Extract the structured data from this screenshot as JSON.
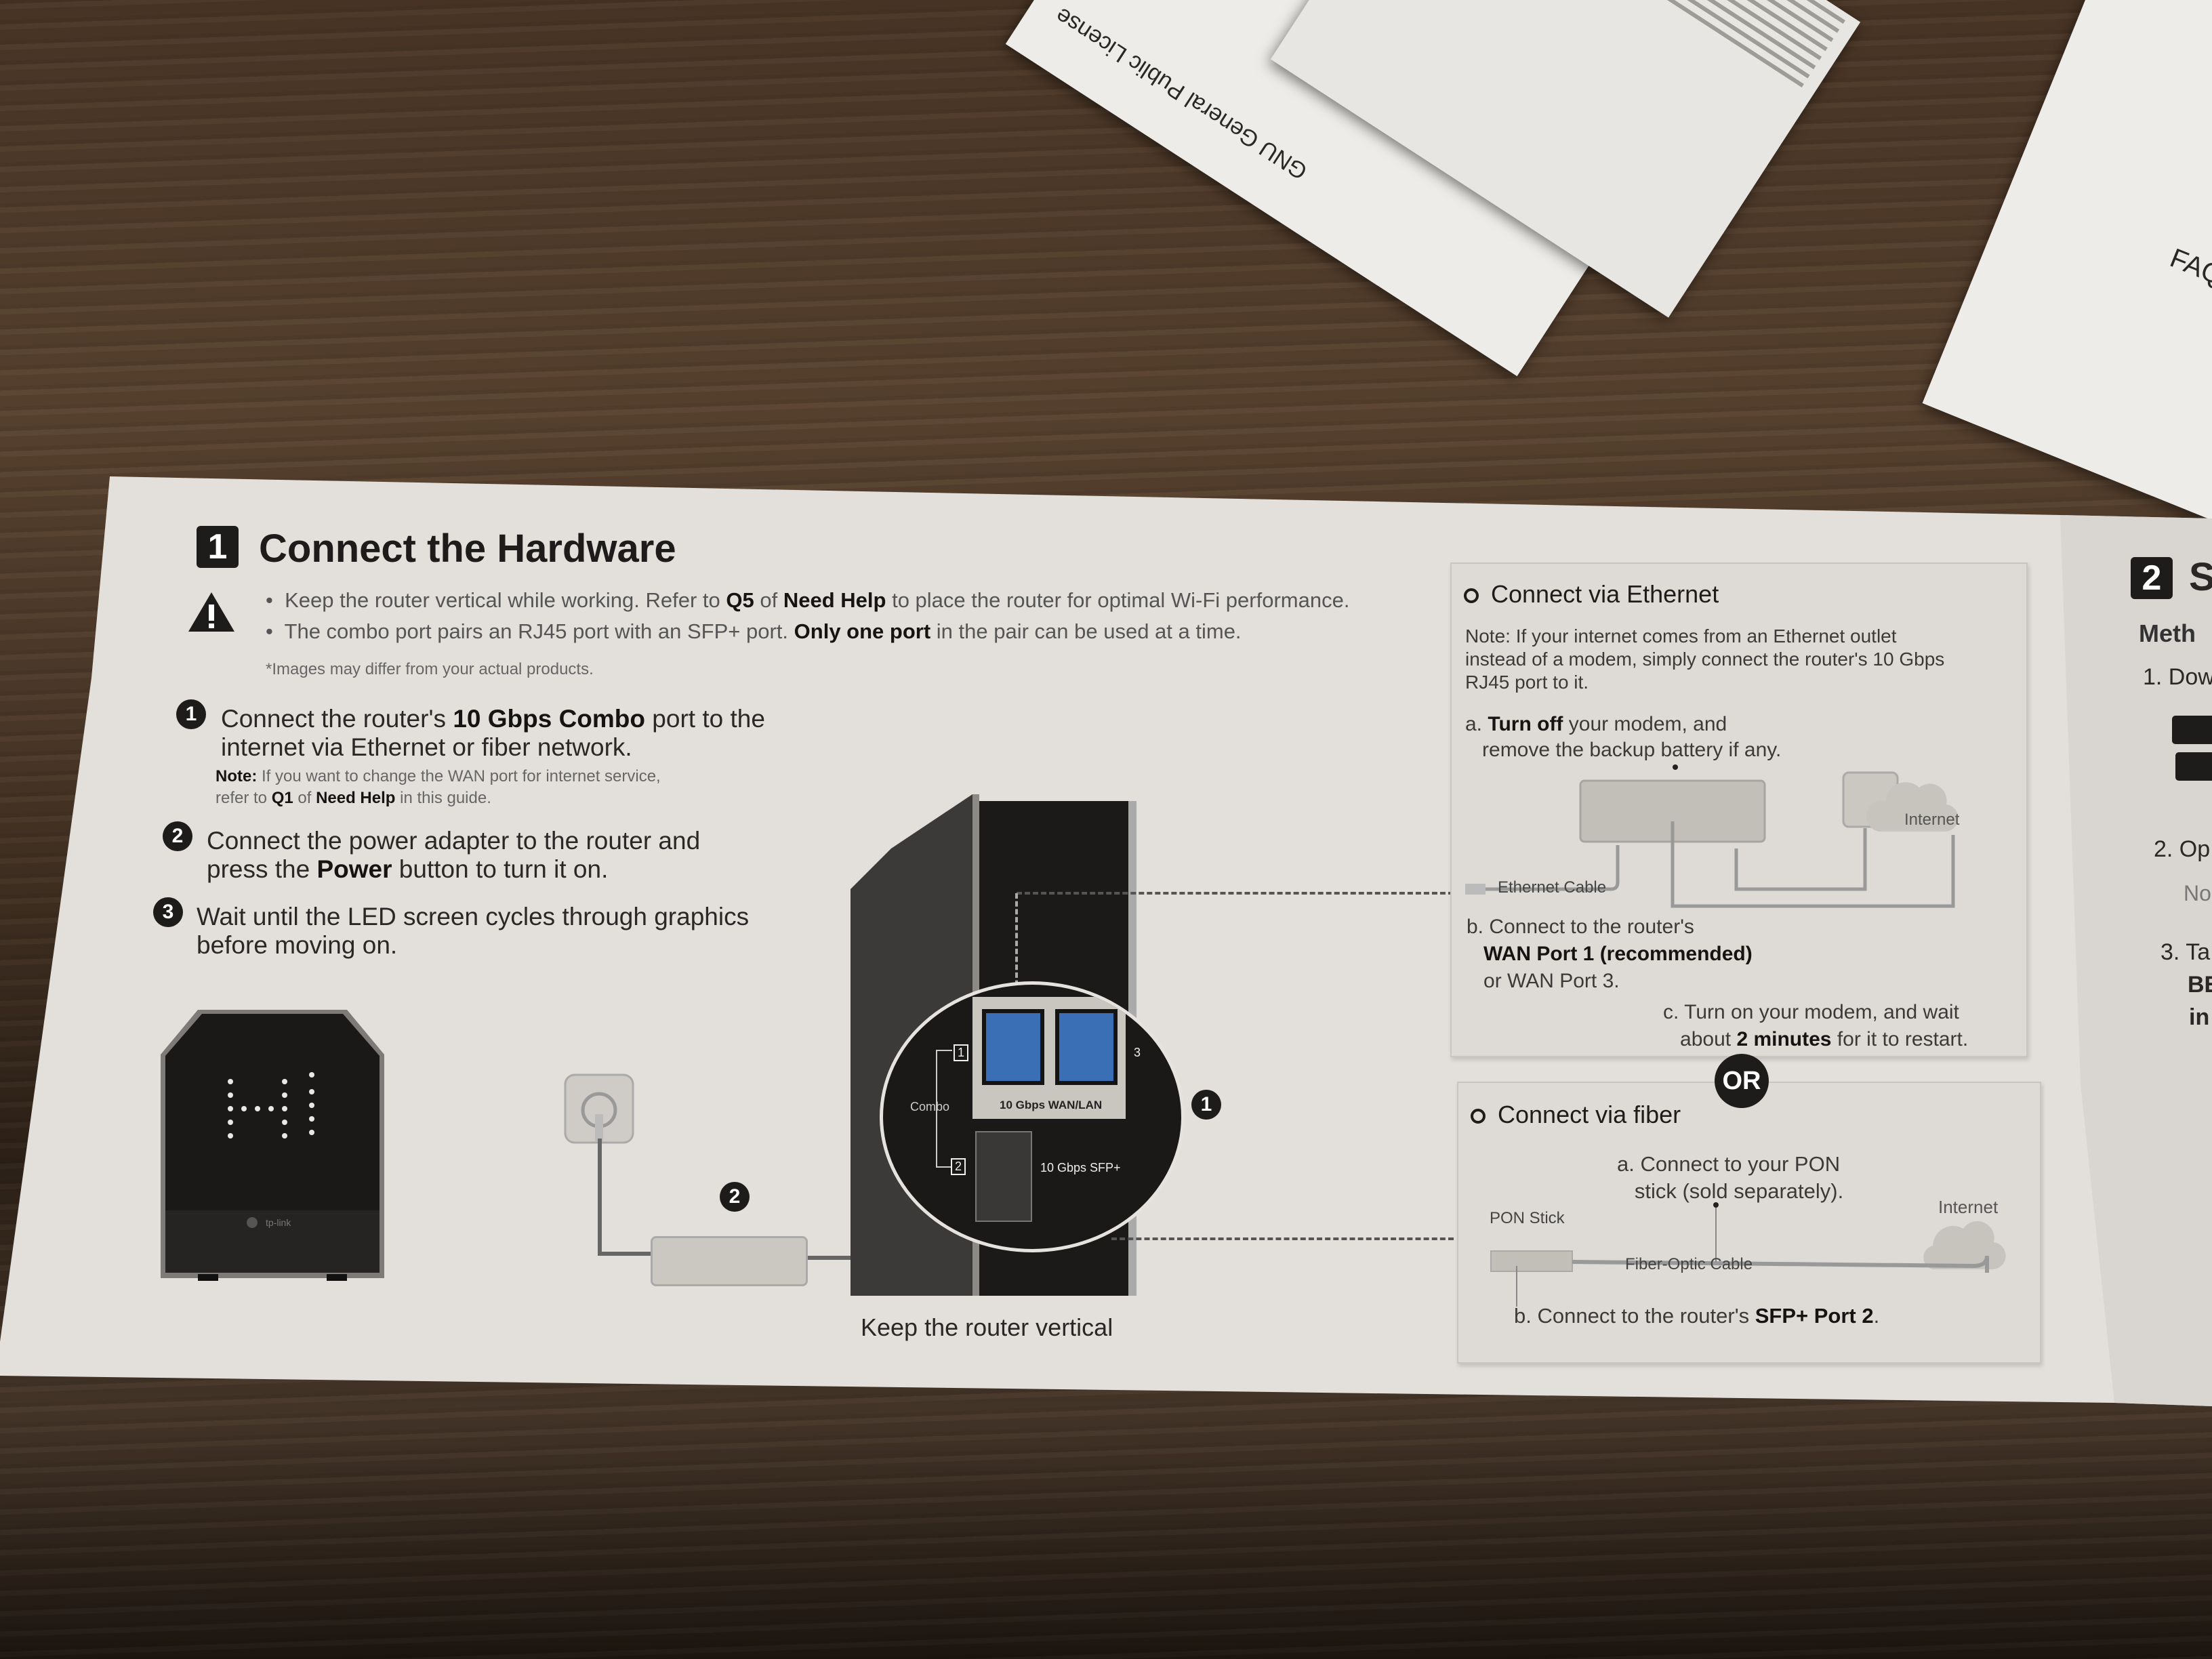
{
  "background_sheets": {
    "top_center": "GNU General Public License",
    "top_right": "FAQ"
  },
  "section1": {
    "number": "1",
    "title": "Connect the Hardware",
    "warnings": [
      {
        "pre": "Keep the router vertical while working. Refer to ",
        "b1": "Q5",
        "mid": " of ",
        "b2": "Need Help",
        "post": " to place the router for optimal Wi-Fi performance."
      },
      {
        "pre": "The combo port pairs an RJ45 port with an SFP+ port. ",
        "b1": "Only one port",
        "post": " in the pair can be used at a time."
      }
    ],
    "footnote": "*Images may differ from your actual products.",
    "steps": [
      {
        "num": "1",
        "pre": "Connect the router's ",
        "bold": "10 Gbps Combo",
        "post": " port to the",
        "line2": "internet via Ethernet or fiber network.",
        "note_label": "Note:",
        "note_line1": " If you want to change the WAN port for internet service,",
        "note_pre": "refer to ",
        "note_b1": "Q1",
        "note_mid": " of ",
        "note_b2": "Need Help",
        "note_post": " in this guide."
      },
      {
        "num": "2",
        "line1": "Connect the power adapter to the router and",
        "pre": "press the ",
        "bold": "Power",
        "post": " button to turn it on."
      },
      {
        "num": "3",
        "line1": "Wait until the LED screen cycles through graphics",
        "line2": "before moving on."
      }
    ],
    "router_screen": "Hi",
    "router_logo": "tp-link",
    "diagram": {
      "badge1": "1",
      "badge2": "2",
      "port1": "1",
      "port2": "2",
      "port3": "3",
      "combo_label": "Combo",
      "wan_lan_label": "10 Gbps WAN/LAN",
      "sfp_label": "10 Gbps SFP+",
      "caption": "Keep the router vertical"
    }
  },
  "ethernet": {
    "title": "Connect via Ethernet",
    "note_line1": "Note: If your internet comes from an Ethernet outlet",
    "note_line2": "instead of a modem, simply connect the router's 10 Gbps",
    "note_line3": "RJ45 port to it.",
    "a_pre": "a. ",
    "a_bold": "Turn off",
    "a_post": " your modem, and",
    "a_line2": "remove the backup battery if any.",
    "cable_label": "Ethernet Cable",
    "internet_label": "Internet",
    "b_line1": "b. Connect to the router's",
    "b_bold": "WAN Port 1 (recommended)",
    "b_line3": "or WAN Port 3.",
    "c_line1": "c. Turn on your modem, and wait",
    "c_pre": "about ",
    "c_bold": "2 minutes",
    "c_post": " for it to restart."
  },
  "or_label": "OR",
  "fiber": {
    "title": "Connect via fiber",
    "a_line1": "a. Connect to your PON",
    "a_line2": "stick (sold separately).",
    "pon_label": "PON Stick",
    "internet_label": "Internet",
    "cable_label": "Fiber-Optic Cable",
    "b_pre": "b. Connect to the router's ",
    "b_bold": "SFP+ Port 2",
    "b_post": "."
  },
  "section2_partial": {
    "number": "2",
    "title": "S",
    "method": "Meth",
    "step1": "1. Dow",
    "step2": "2. Op",
    "step2_note": "No",
    "step3": "3. Ta",
    "step3_l2": "BE",
    "step3_l3": "in"
  }
}
